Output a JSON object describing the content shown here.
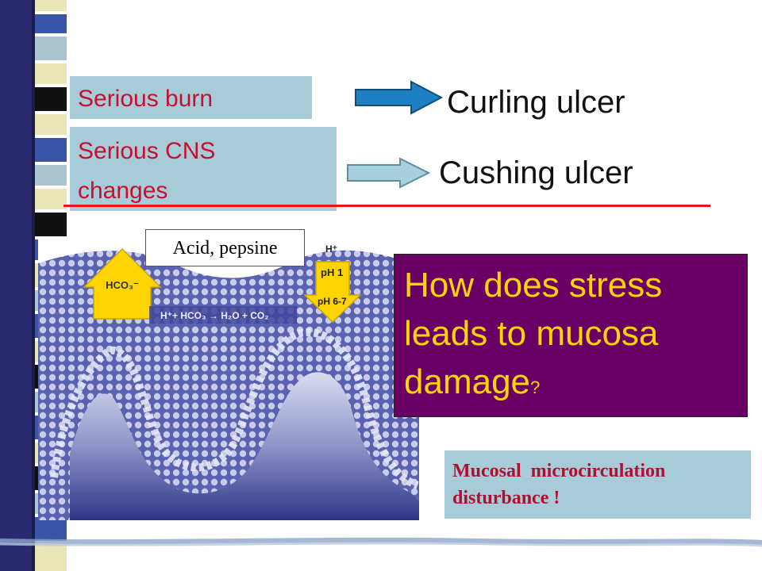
{
  "slide": {
    "rows": [
      {
        "cause": "Serious burn",
        "result": "Curling ulcer"
      },
      {
        "cause_lines": [
          "Serious CNS",
          "changes"
        ],
        "result": "Cushing ulcer"
      }
    ],
    "diagram": {
      "acid_label": "Acid, pepsine",
      "hco3_label": "HCO₃⁻",
      "h_label": "H⁺",
      "ph1_label": "pH 1",
      "ph67_label": "pH 6-7",
      "equation": "H⁺+ HCO₃ → H₂O + CO₂"
    },
    "question": {
      "text": "How does stress leads to mucosa damage",
      "mark": "?"
    },
    "answer_lines": [
      "Mucosal  microcirculation",
      "disturbance !"
    ],
    "colors": {
      "red_line": "#e8141b",
      "question_bg": "#6a0066",
      "question_text": "#ffd400",
      "box_bg": "#a7cbd9",
      "cause_text": "#c8102e"
    }
  }
}
